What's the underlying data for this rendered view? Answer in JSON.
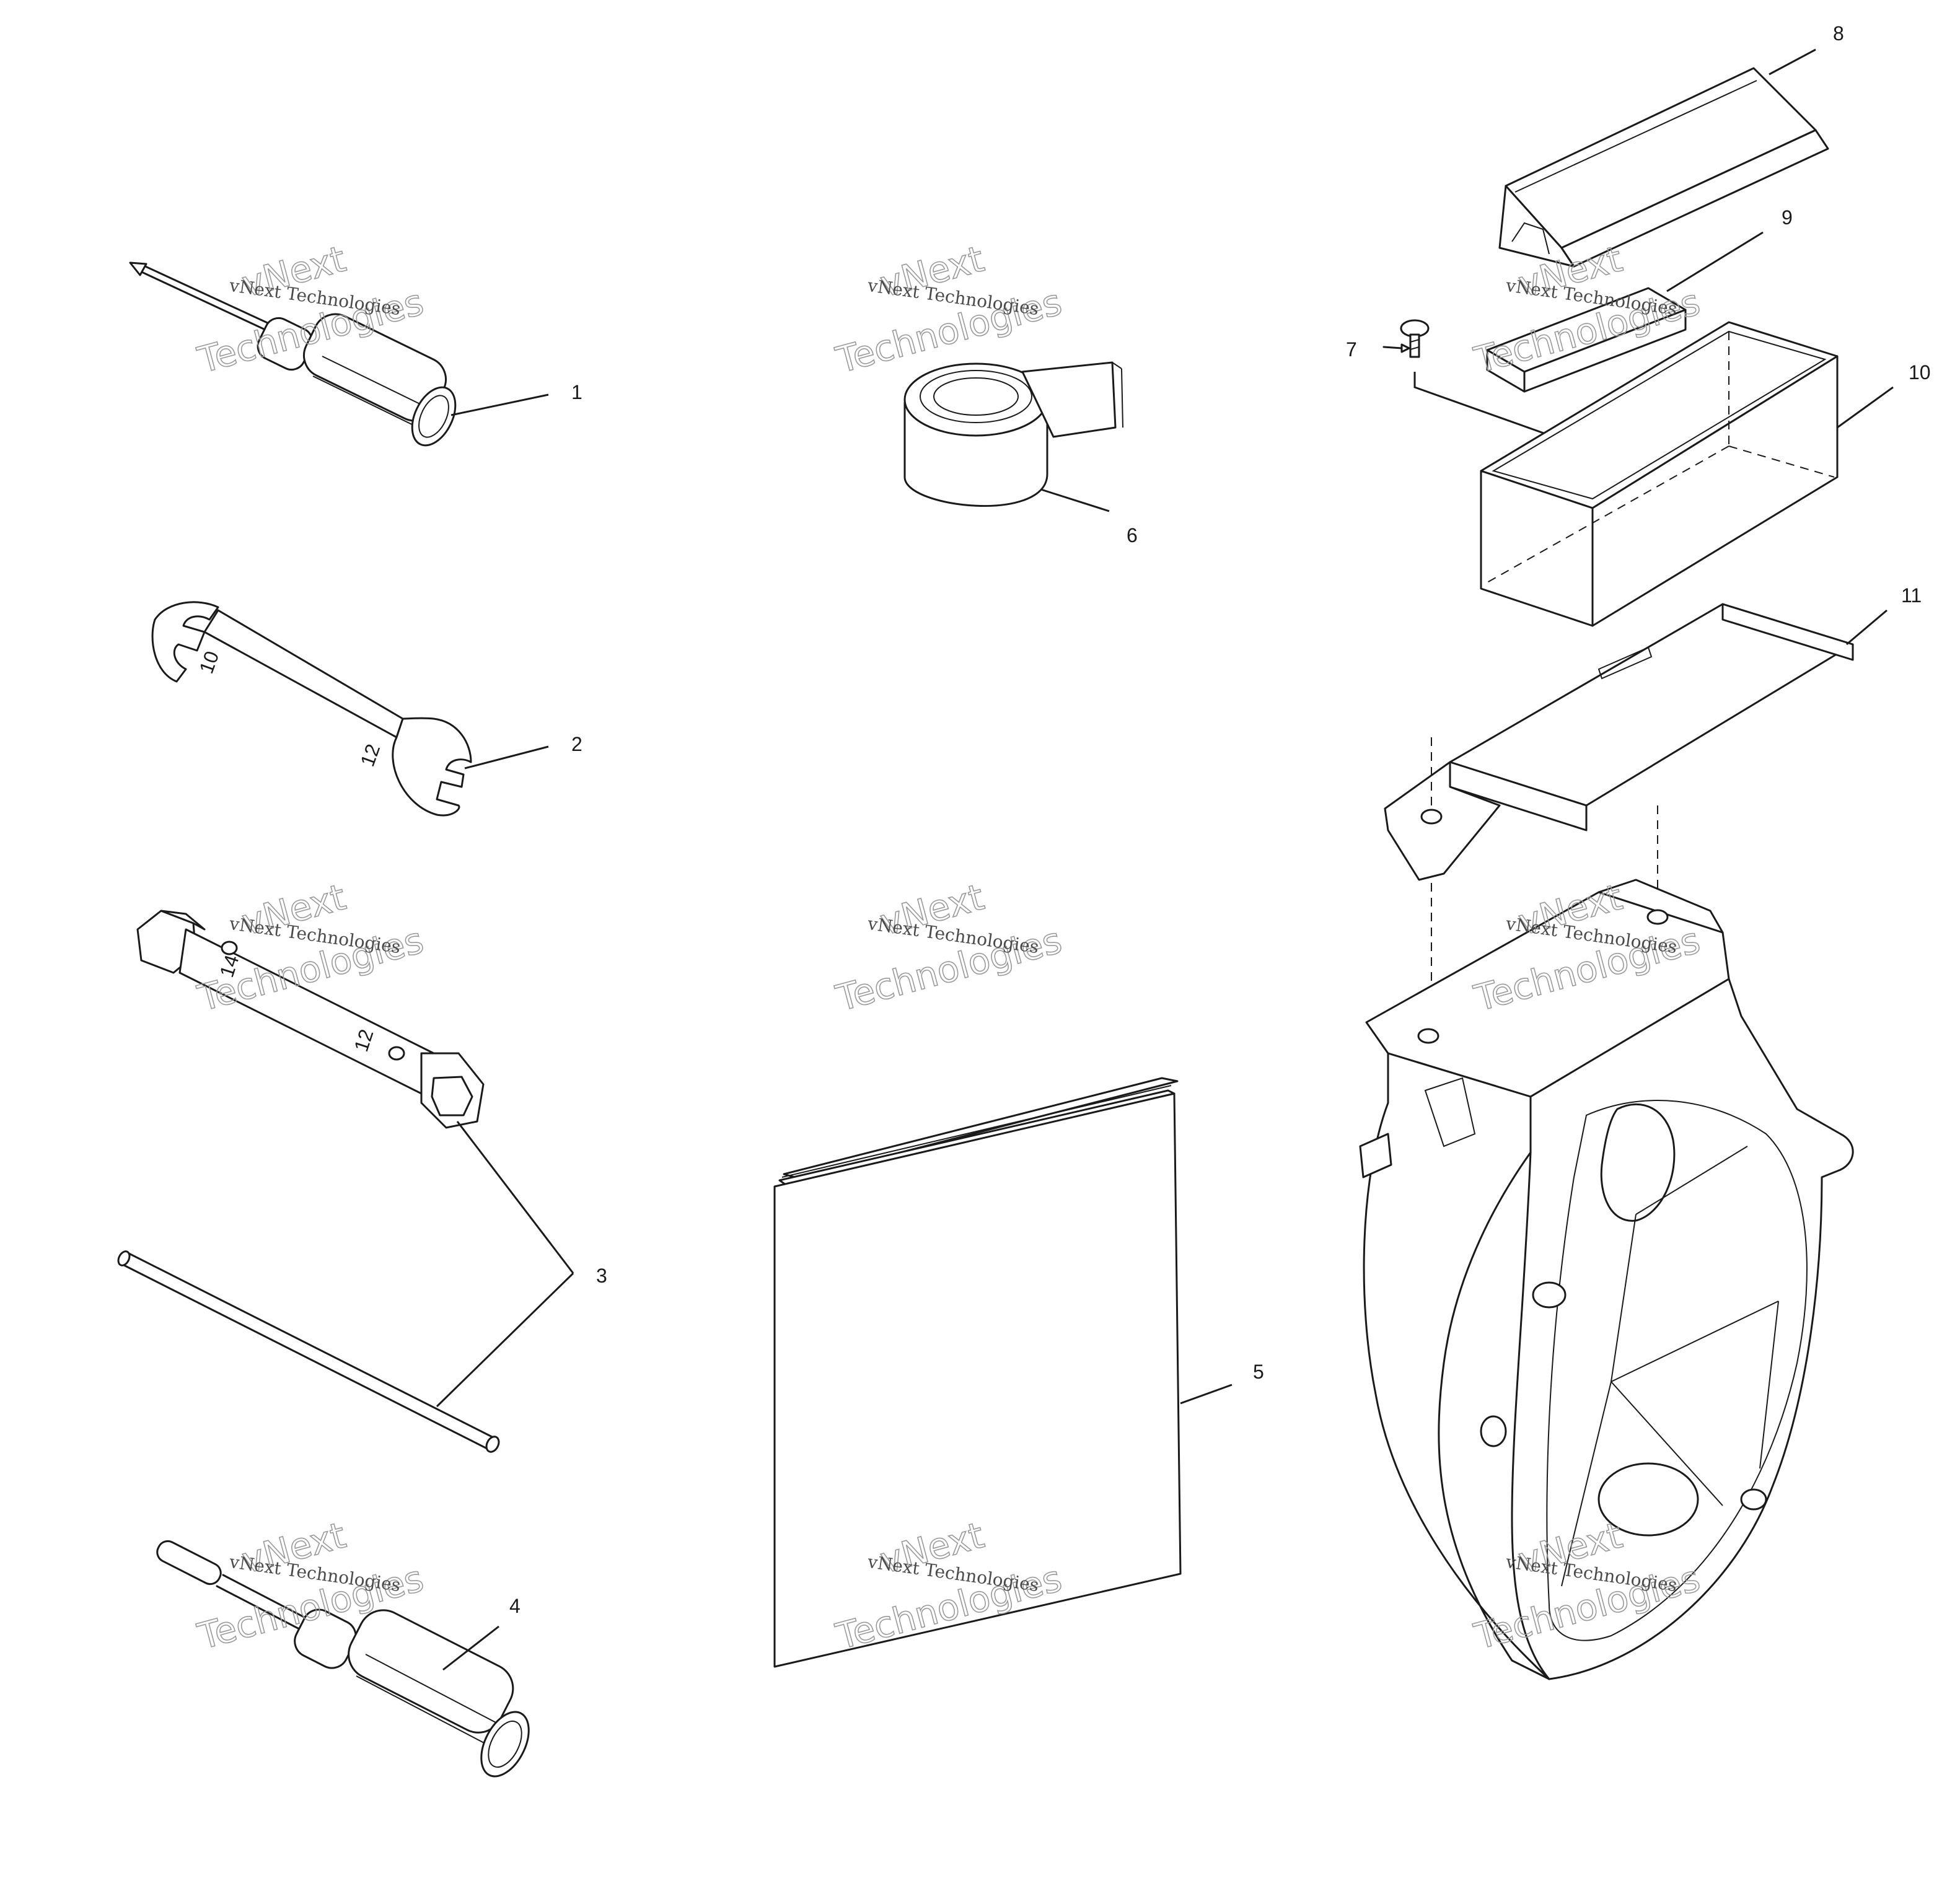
{
  "watermark": {
    "line_small": "vNext Technologies",
    "brand": "vNext",
    "word": "Technologies"
  },
  "callouts": {
    "c1": "1",
    "c2": "2",
    "c3": "3",
    "c4": "4",
    "c5": "5",
    "c6": "6",
    "c7": "7",
    "c8": "8",
    "c9": "9",
    "c10": "10",
    "c11": "11"
  },
  "wrench_marks": {
    "size_a": "10",
    "size_b": "12",
    "socket_a": "14",
    "socket_b": "12"
  }
}
